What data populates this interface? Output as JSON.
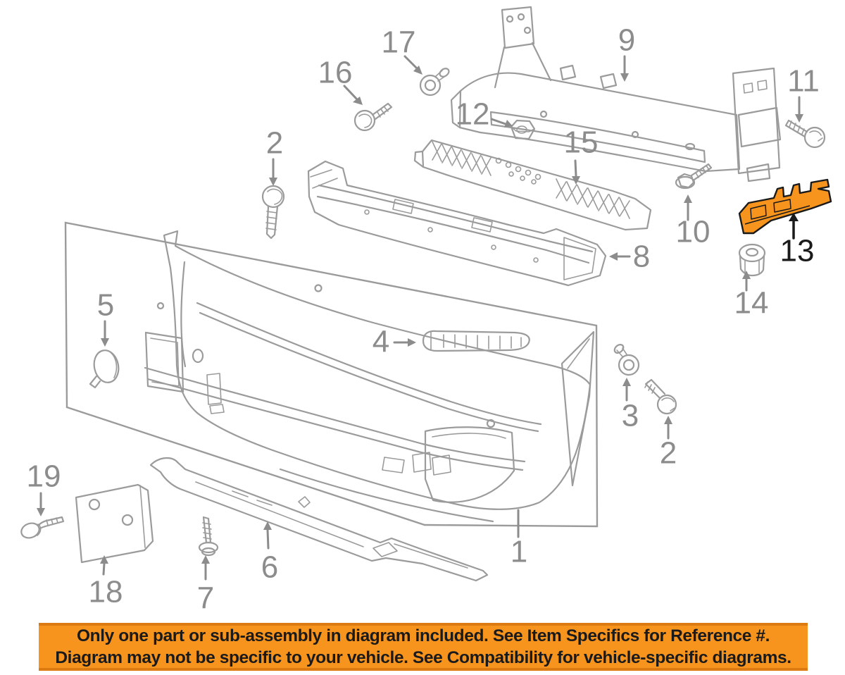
{
  "colors": {
    "background": "#FFFFFF",
    "line": "#9B9B9B",
    "label": "#8C8C8C",
    "highlight": "#F7941D",
    "ink": "#1A1A1A",
    "banner_bg": "#F7941D",
    "banner_edge": "#DB7B12",
    "banner_text": "#1A1A1A"
  },
  "diagram": {
    "type": "exploded-parts-diagram",
    "highlighted_item": "13",
    "callouts": [
      {
        "label": "1"
      },
      {
        "label": "2"
      },
      {
        "label": "2"
      },
      {
        "label": "3"
      },
      {
        "label": "4"
      },
      {
        "label": "5"
      },
      {
        "label": "6"
      },
      {
        "label": "7"
      },
      {
        "label": "8"
      },
      {
        "label": "9"
      },
      {
        "label": "10"
      },
      {
        "label": "11"
      },
      {
        "label": "12"
      },
      {
        "label": "13",
        "highlighted": true
      },
      {
        "label": "14"
      },
      {
        "label": "15"
      },
      {
        "label": "16"
      },
      {
        "label": "17"
      },
      {
        "label": "18"
      },
      {
        "label": "19"
      }
    ]
  },
  "banner": {
    "line1": "Only one part or sub-assembly in diagram included. See Item Specifics for Reference #.",
    "line2": "Diagram may not be specific to your vehicle. See Compatibility for vehicle-specific diagrams."
  }
}
